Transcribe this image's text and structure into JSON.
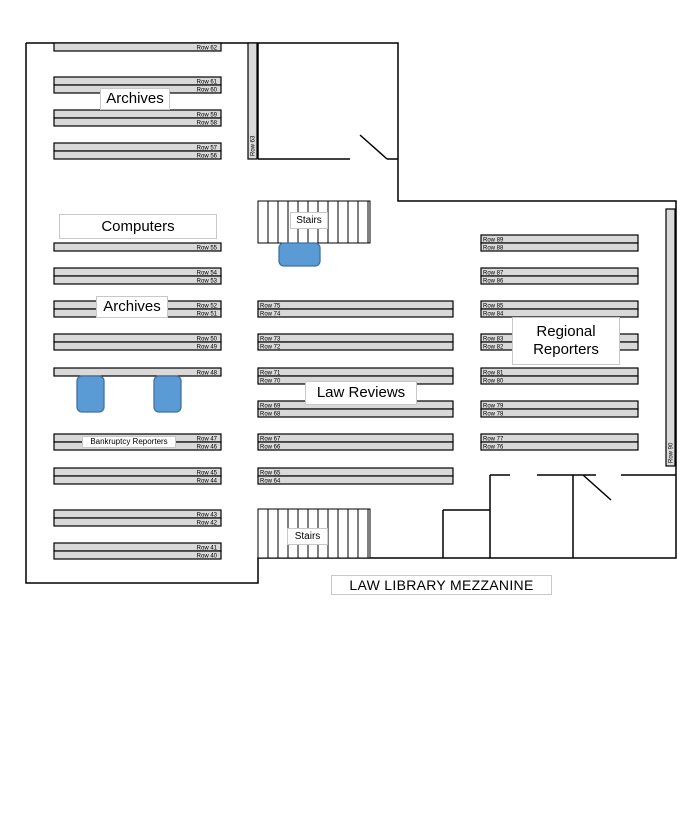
{
  "map_title": "LAW LIBRARY MEZZANINE",
  "labels": {
    "archives_top": "Archives",
    "archives_mid": "Archives",
    "computers": "Computers",
    "bankruptcy": "Bankruptcy Reporters",
    "law_reviews": "Law Reviews",
    "regional_reporters": "Regional Reporters",
    "stairs_top": "Stairs",
    "stairs_bottom": "Stairs"
  },
  "shelves": {
    "left_column": [
      [
        "Row 62"
      ],
      [
        "Row 61",
        "Row 60"
      ],
      [
        "Row 59",
        "Row 58"
      ],
      [
        "Row 57",
        "Row 56"
      ],
      [
        "Row 55"
      ],
      [
        "Row 54",
        "Row 53"
      ],
      [
        "Row 52",
        "Row 51"
      ],
      [
        "Row 50",
        "Row 49"
      ],
      [
        "Row 48"
      ],
      [
        "Row 47",
        "Row 46"
      ],
      [
        "Row 45",
        "Row 44"
      ],
      [
        "Row 43",
        "Row 42"
      ],
      [
        "Row 41",
        "Row 40"
      ]
    ],
    "middle_column": [
      [
        "Row 75",
        "Row 74"
      ],
      [
        "Row 73",
        "Row 72"
      ],
      [
        "Row 71",
        "Row 70"
      ],
      [
        "Row 69",
        "Row 68"
      ],
      [
        "Row 67",
        "Row 66"
      ],
      [
        "Row 65",
        "Row 64"
      ]
    ],
    "right_column": [
      [
        "Row 89",
        "Row 88"
      ],
      [
        "Row 87",
        "Row 86"
      ],
      [
        "Row 85",
        "Row 84"
      ],
      [
        "Row 83",
        "Row 82"
      ],
      [
        "Row 81",
        "Row 80"
      ],
      [
        "Row 79",
        "Row 78"
      ],
      [
        "Row 77",
        "Row 76"
      ]
    ],
    "vertical": {
      "row_63": "Row 63",
      "row_90": "Row 90"
    }
  },
  "colors": {
    "wall": "#000000",
    "shelf_fill": "#d9d9d9",
    "table_fill": "#5b9bd5",
    "table_stroke": "#41719c"
  }
}
